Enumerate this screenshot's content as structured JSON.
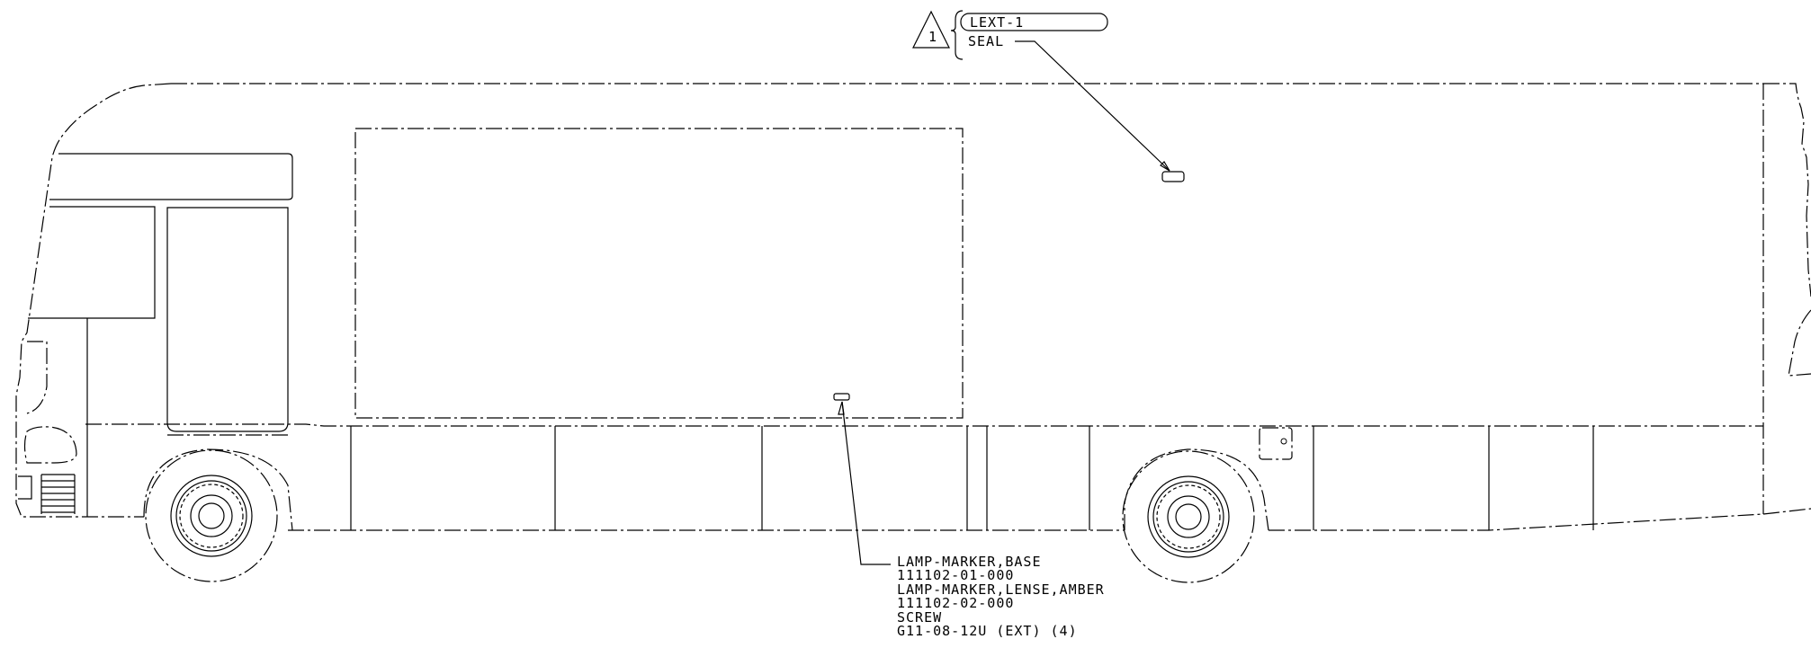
{
  "callout_top": {
    "revision_mark": "1",
    "item_tag": "LEXT-1",
    "label": "SEAL"
  },
  "callout_bottom": {
    "lines": [
      "LAMP-MARKER,BASE",
      "111102-01-000",
      "LAMP-MARKER,LENSE,AMBER",
      "111102-02-000",
      "SCREW",
      "G11-08-12U (EXT) (4)"
    ]
  }
}
